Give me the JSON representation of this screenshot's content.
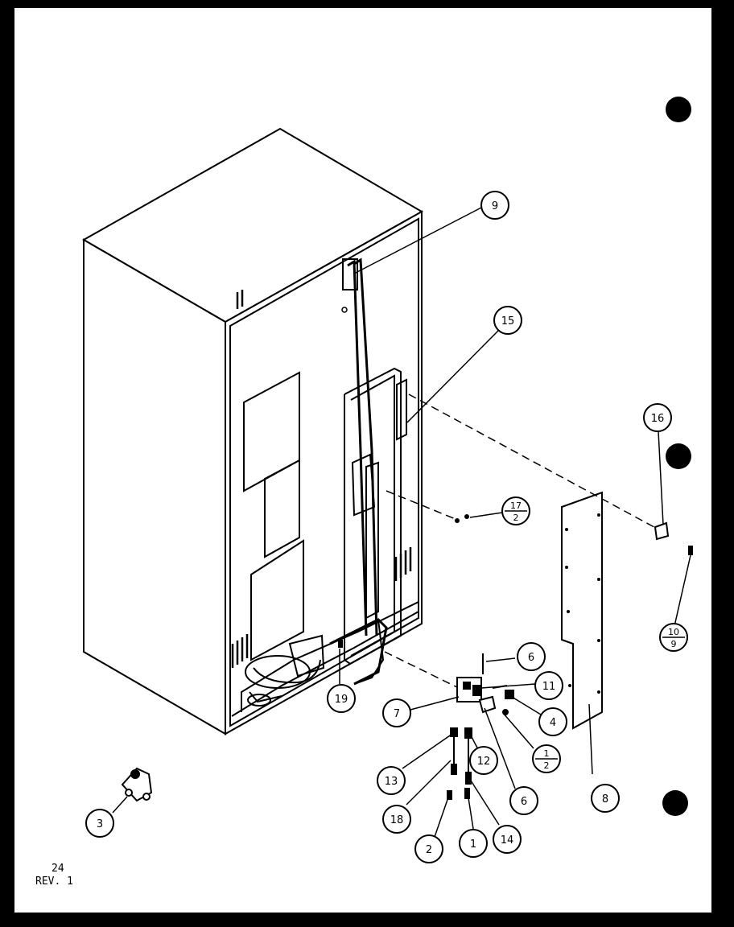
{
  "callouts": [
    {
      "id": "c9",
      "label": "9"
    },
    {
      "id": "c15",
      "label": "15"
    },
    {
      "id": "c16",
      "label": "16"
    },
    {
      "id": "c17-2",
      "top": "17",
      "bottom": "2"
    },
    {
      "id": "c10-9",
      "top": "10",
      "bottom": "9"
    },
    {
      "id": "c6a",
      "label": "6"
    },
    {
      "id": "c11",
      "label": "11"
    },
    {
      "id": "c4",
      "label": "4"
    },
    {
      "id": "c7",
      "label": "7"
    },
    {
      "id": "c19",
      "label": "19"
    },
    {
      "id": "c1-2",
      "top": "1",
      "bottom": "2"
    },
    {
      "id": "c12",
      "label": "12"
    },
    {
      "id": "c6b",
      "label": "6"
    },
    {
      "id": "c8",
      "label": "8"
    },
    {
      "id": "c13",
      "label": "13"
    },
    {
      "id": "c18",
      "label": "18"
    },
    {
      "id": "c3",
      "label": "3"
    },
    {
      "id": "c2",
      "label": "2"
    },
    {
      "id": "c1",
      "label": "1"
    },
    {
      "id": "c14",
      "label": "14"
    }
  ],
  "page": {
    "number": "24",
    "revision": "REV. 1"
  }
}
